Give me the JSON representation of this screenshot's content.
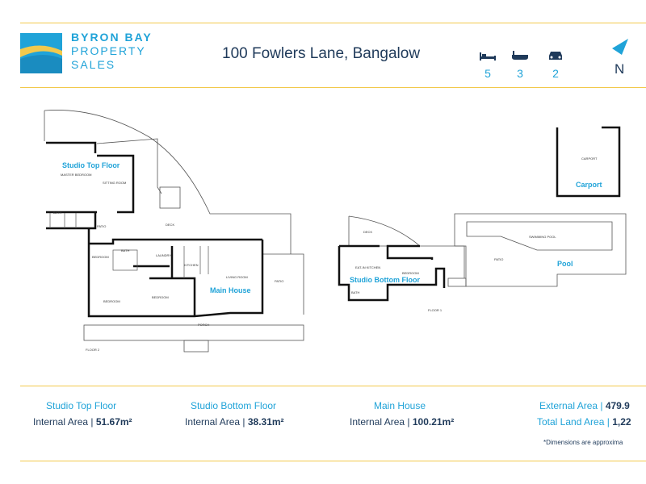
{
  "brand": {
    "line1": "BYRON BAY",
    "line2": "PROPERTY",
    "line3": "SALES"
  },
  "address": "100 Fowlers Lane, Bangalow",
  "features": [
    {
      "icon": "bed-icon",
      "value": "5"
    },
    {
      "icon": "bath-icon",
      "value": "3"
    },
    {
      "icon": "car-icon",
      "value": "2"
    }
  ],
  "north_label": "N",
  "plan": {
    "building_labels": {
      "studio_top": "Studio Top Floor",
      "studio_bottom": "Studio Bottom Floor",
      "main_house": "Main House",
      "carport": "Carport",
      "pool": "Pool"
    },
    "rooms": {
      "master_bedroom": "MASTER BEDROOM",
      "sitting_room": "SITTING ROOM",
      "bath": "BATH",
      "patio": "PATIO",
      "deck": "DECK",
      "bedroom": "BEDROOM",
      "laundry": "LAUNDRY",
      "kitchen": "KITCHEN",
      "living_room": "LIVING ROOM",
      "porch": "PORCH",
      "carport_room": "CARPORT",
      "swimming_pool": "SWIMMING POOL",
      "eat_in_kitchen": "EAT-IN KITCHEN",
      "floor_1": "FLOOR 1",
      "floor_2": "FLOOR 2"
    }
  },
  "areas": {
    "studio_top": {
      "title": "Studio Top Floor",
      "label": "Internal Area | ",
      "value": "51.67m²"
    },
    "studio_bottom": {
      "title": "Studio Bottom Floor",
      "label": "Internal Area | ",
      "value": "38.31m²"
    },
    "main_house": {
      "title": "Main House",
      "label": "Internal Area | ",
      "value": "100.21m²"
    },
    "external": {
      "label": "External Area | ",
      "value": "479.9"
    },
    "total_land": {
      "label": "Total Land Area | ",
      "value": "1,22"
    }
  },
  "disclaimer": "*Dimensions are approxima",
  "colors": {
    "accent": "#20a3d8",
    "navy": "#1f3a5a",
    "rule": "#f2c94c"
  }
}
